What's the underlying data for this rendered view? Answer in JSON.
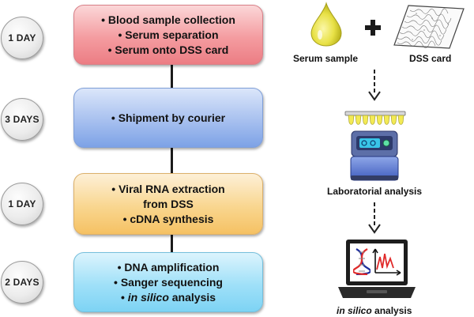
{
  "timeline": [
    {
      "duration": "1 DAY",
      "lines": [
        "• Blood sample collection",
        "• Serum separation",
        "• Serum onto DSS card"
      ]
    },
    {
      "duration": "3 DAYS",
      "lines": [
        "• Shipment by courier"
      ]
    },
    {
      "duration": "1 DAY",
      "lines": [
        "• Viral RNA extraction",
        "from DSS",
        "• cDNA synthesis"
      ]
    },
    {
      "duration": "2 DAYS",
      "lines": [
        "• DNA amplification",
        "• Sanger sequencing",
        "• ",
        "in silico",
        " analysis"
      ]
    }
  ],
  "workflow": {
    "serum_label": "Serum sample",
    "plus_symbol": "+",
    "dss_label": "DSS card",
    "lab_label": "Laboratorial analysis",
    "insilico_label_italic": "in silico",
    "insilico_label_rest": " analysis"
  },
  "colors": {
    "step1": "#f49ca0",
    "step2": "#a7c0ef",
    "step3": "#f9d68f",
    "step4": "#9fe0f8",
    "serum_drop": "#e6e04a"
  },
  "icons": [
    "droplet-icon",
    "plus-icon",
    "dss-card-icon",
    "pcr-strip-icon",
    "thermocycler-icon",
    "laptop-icon",
    "dna-helix-icon",
    "chromatogram-icon"
  ]
}
